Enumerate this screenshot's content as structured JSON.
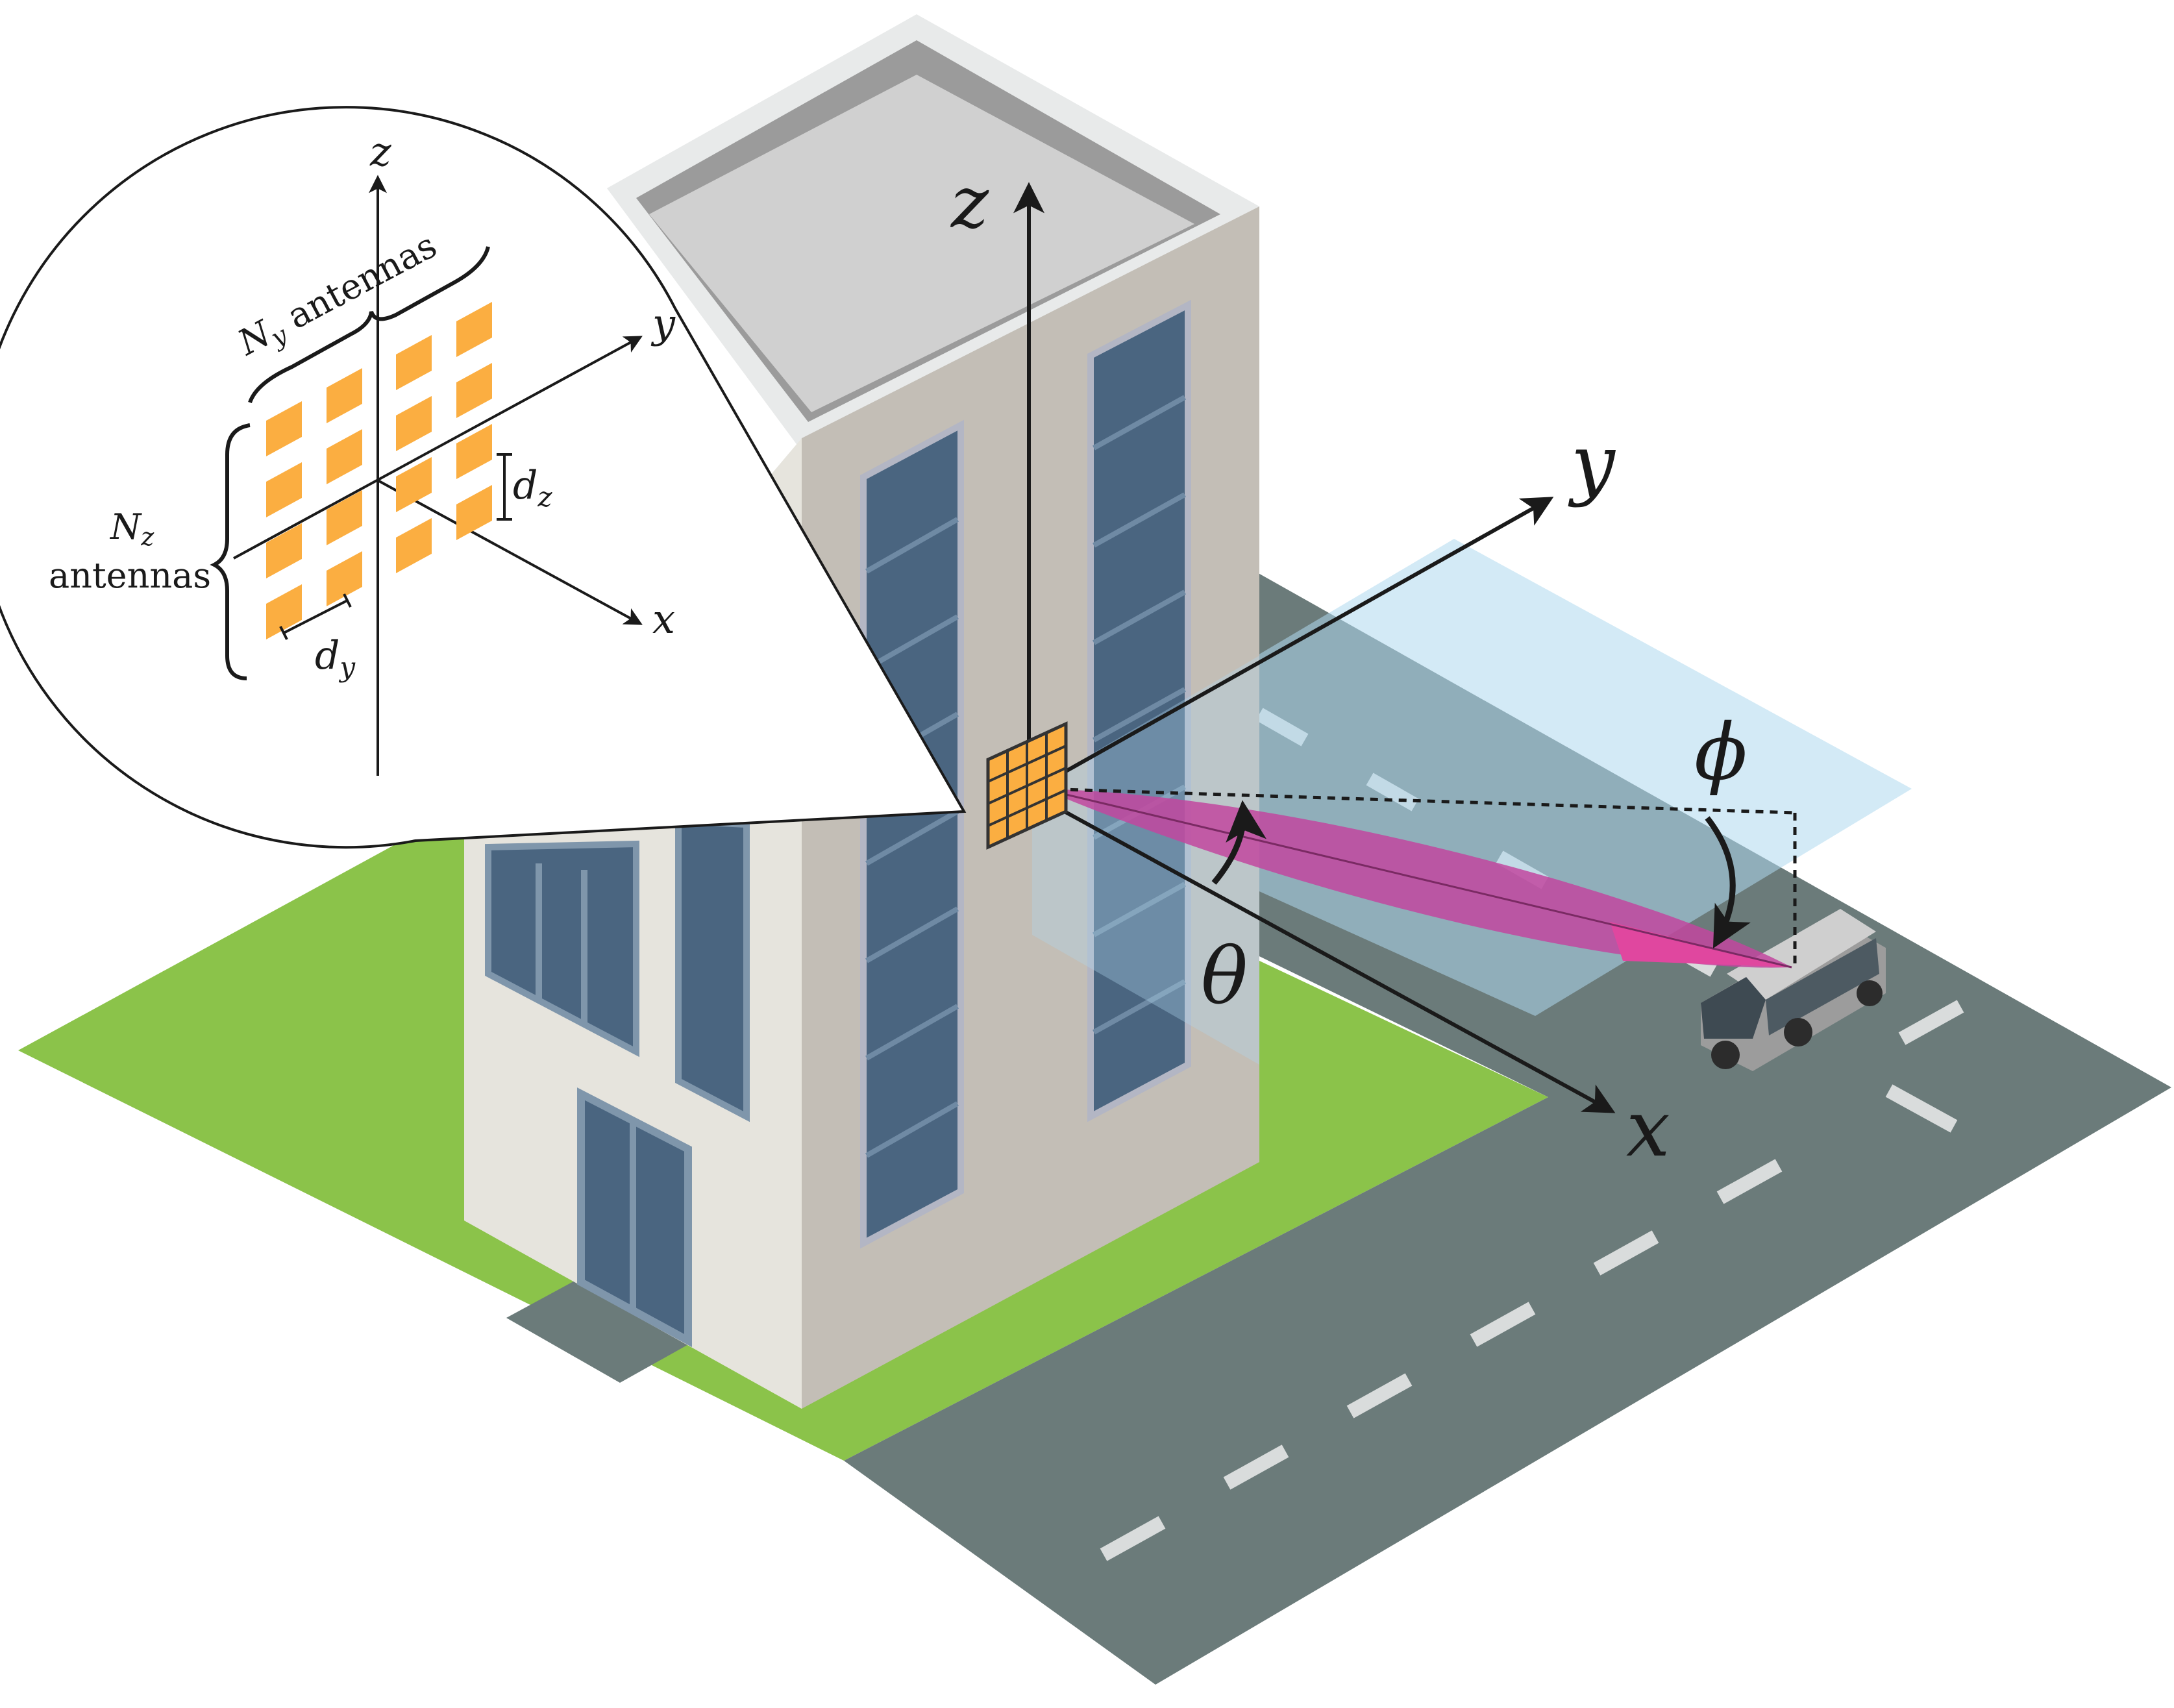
{
  "labels": {
    "z_main": "z",
    "y_main": "y",
    "x_main": "x",
    "theta": "θ",
    "phi": "ϕ",
    "z_inset": "z",
    "y_inset": "y",
    "x_inset": "x",
    "ny_symbol": "N",
    "ny_sub": "y",
    "ny_text": " antennas",
    "nz_symbol": "N",
    "nz_sub": "z",
    "nz_text": "antennas",
    "dz_symbol": "d",
    "dz_sub": "z",
    "dy_symbol": "d",
    "dy_sub": "y"
  },
  "colors": {
    "grass": "#8bc34a",
    "road": "#6b7b7a",
    "road_dash": "#d9dcdc",
    "building_light": "#e6e4dd",
    "building_dark": "#c3beb6",
    "roof": "#d0d0d0",
    "window": "#4a6580",
    "antenna": "#fbae41",
    "beam": "#c2479f",
    "plane": "#aed8ef"
  },
  "array": {
    "rows": 4,
    "cols": 4
  }
}
